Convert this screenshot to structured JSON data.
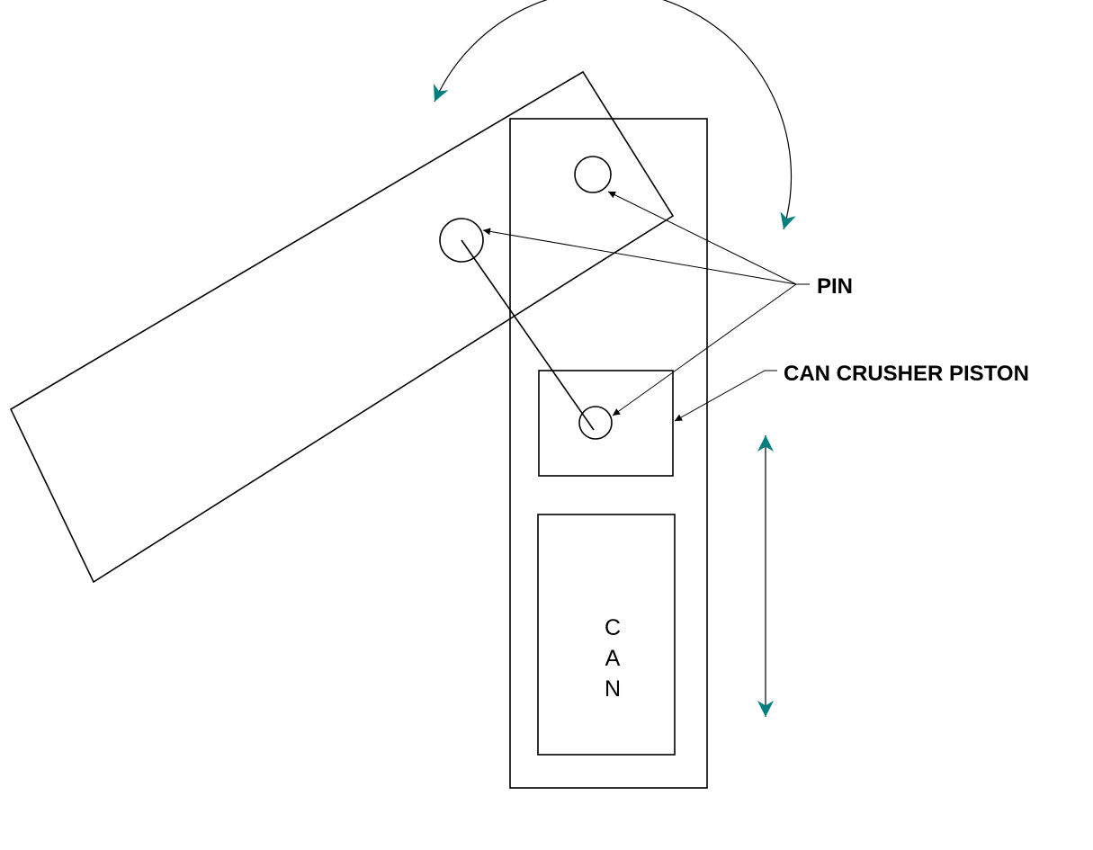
{
  "labels": {
    "pin": "PIN",
    "piston": "CAN CRUSHER PISTON",
    "can_letters": [
      "C",
      "A",
      "N"
    ]
  },
  "colors": {
    "line": "#000000",
    "motion_arrow": "#007f7f"
  }
}
